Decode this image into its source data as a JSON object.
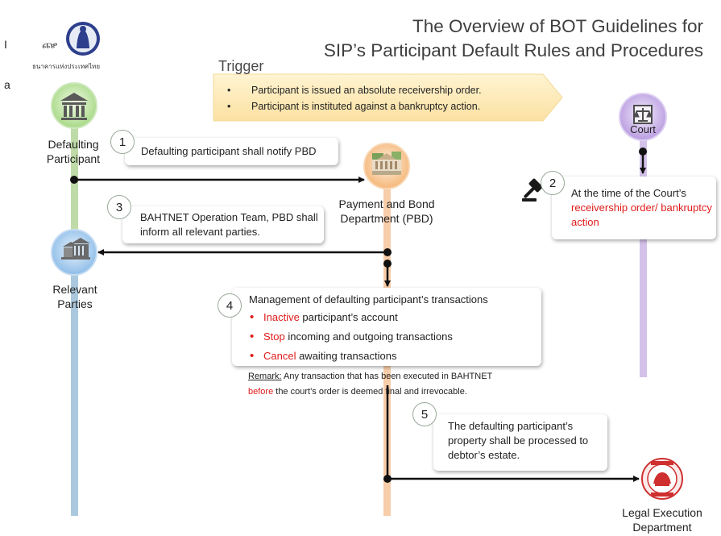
{
  "header": {
    "title_line1": "The Overview of BOT Guidelines for",
    "title_line2": "SIP’s Participant Default Rules and Procedures",
    "logo_text": "ธนาคารแห่งประเทศไทย",
    "edge_mark_1": "I",
    "edge_mark_2": "a"
  },
  "trigger": {
    "title": "Trigger",
    "items": [
      "Participant is issued an absolute receivership order.",
      "Participant is instituted against a bankruptcy action."
    ]
  },
  "actors": {
    "defaulting_participant": "Defaulting Participant",
    "relevant_parties": "Relevant Parties",
    "payment_bond_department": "Payment and Bond Department (PBD)",
    "court": "Court",
    "legal_execution_department": "Legal Execution Department"
  },
  "steps": [
    {
      "number": "1",
      "text": "Defaulting participant shall notify PBD"
    },
    {
      "number": "2",
      "text": "At the time of the Court’s",
      "highlight": "receivership order/ bankruptcy action"
    },
    {
      "number": "3",
      "text": "BAHTNET Operation Team, PBD shall inform all relevant parties."
    },
    {
      "number": "4",
      "text": "Management of defaulting participant’s transactions",
      "bullets": [
        {
          "keyword": "Inactive",
          "rest": " participant’s account"
        },
        {
          "keyword": "Stop",
          "rest": " incoming and outgoing transactions"
        },
        {
          "keyword": "Cancel",
          "rest": " awaiting transactions"
        }
      ]
    },
    {
      "number": "5",
      "text": "The defaulting participant’s property shall be processed to debtor’s estate."
    }
  ],
  "remark": {
    "label": "Remark:",
    "text1": " Any transaction that has been executed in BAHTNET",
    "keyword": "before",
    "text2": " the court’s order is deemed final and irrevocable."
  },
  "colors": {
    "highlight": "#e01b1b",
    "defaulting_lane": "#a9cf8a",
    "relevant_lane": "#a9c6e4",
    "pbd_lane": "#f7c49a",
    "court_lane": "#cdb6e6",
    "trigger_fill": "#fde9b8"
  },
  "icons": {
    "defaulting": "bank-icon",
    "relevant": "bank-group-icon",
    "pbd": "building-photo-icon",
    "court": "scales-icon",
    "gavel": "gavel-icon",
    "legal": "seal-icon"
  }
}
